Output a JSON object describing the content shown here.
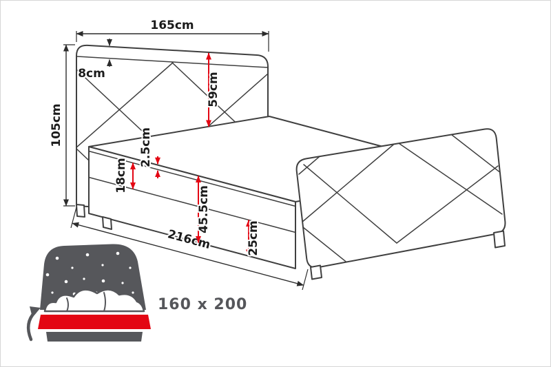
{
  "diagram": {
    "dimensions": {
      "top_width": "165cm",
      "frame_thickness": "8cm",
      "headboard_height": "59cm",
      "total_height": "105cm",
      "mattress_thickness": "18cm",
      "topper_thickness": "2.5cm",
      "side_height": "45.5cm",
      "footboard_height": "25cm",
      "total_length": "216cm"
    },
    "size_label": "160 x 200",
    "colors": {
      "outline": "#3f3f3f",
      "dimension_red": "#e30613",
      "label_text": "#1b1b1b",
      "icon_gray": "#56575b",
      "icon_red": "#e30613"
    },
    "icons": {
      "storage_bed": "bed-with-lift-up-storage-icon"
    }
  }
}
